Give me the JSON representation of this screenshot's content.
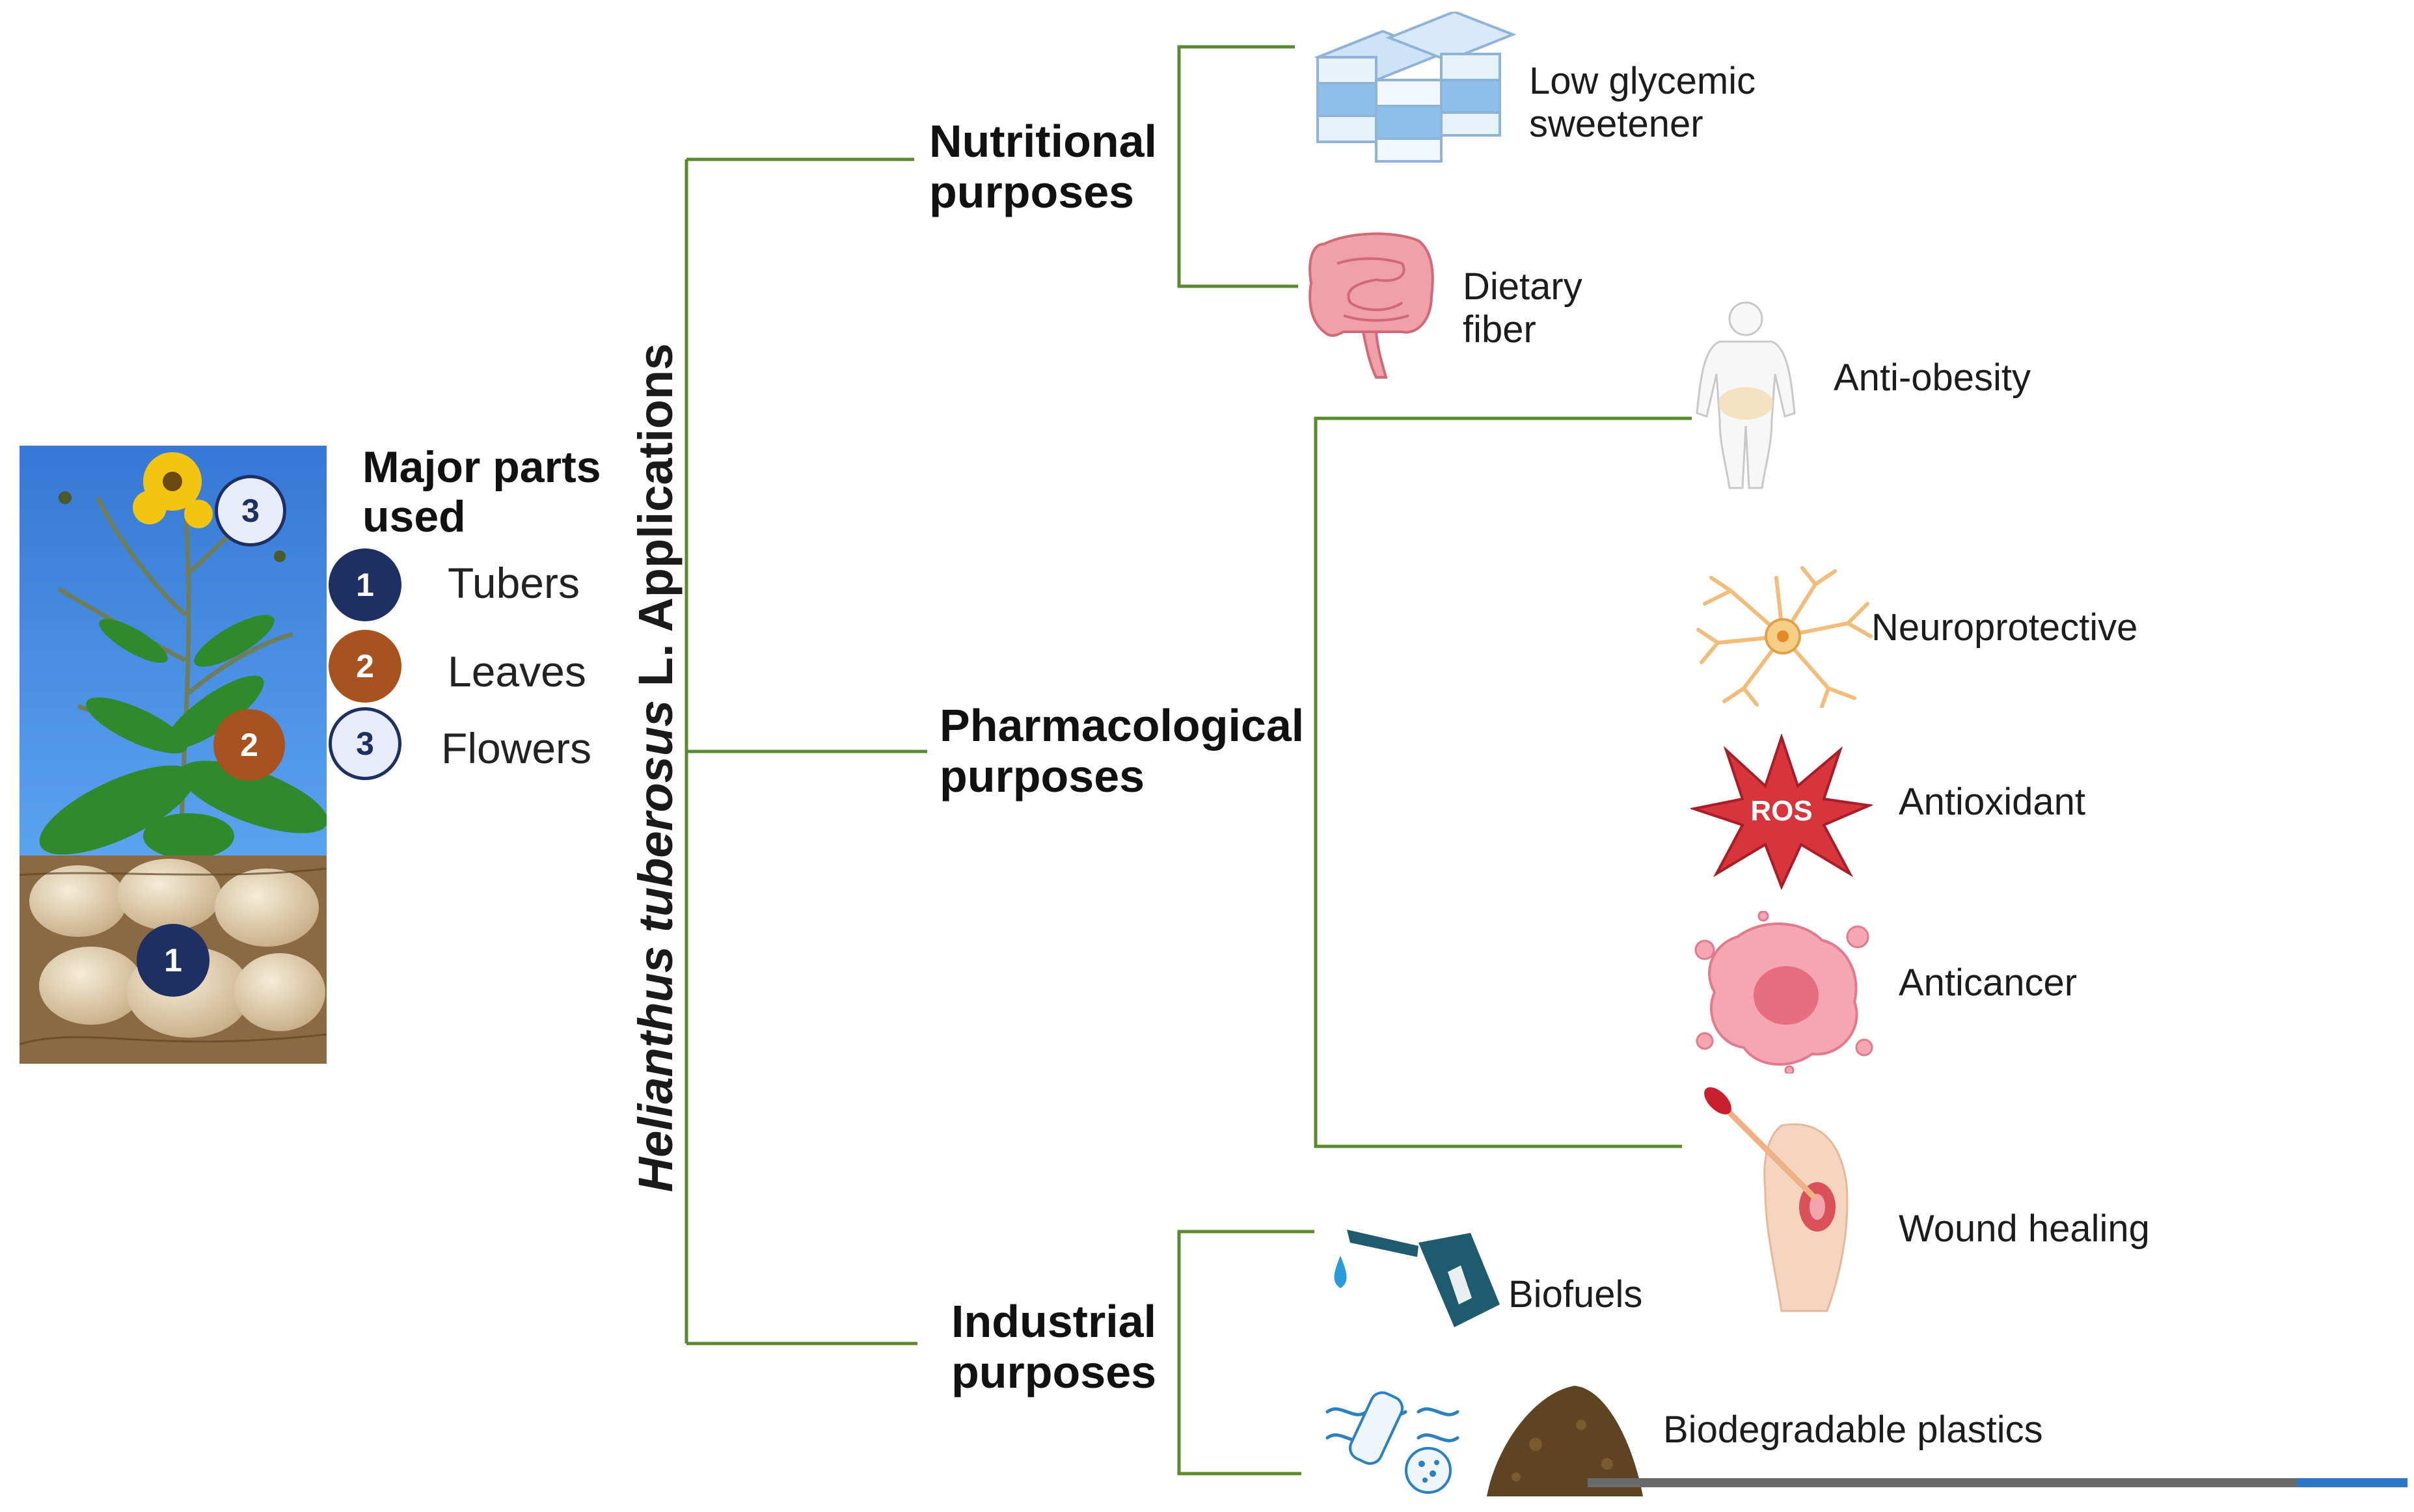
{
  "title": {
    "genus_species": "Helianthus tuberosus",
    "suffix": "L. Applications"
  },
  "parts": {
    "heading": "Major parts used",
    "items": [
      {
        "number": "1",
        "label": "Tubers",
        "color": "#1d2f63"
      },
      {
        "number": "2",
        "label": "Leaves",
        "color": "#a8521f"
      },
      {
        "number": "3",
        "label": "Flowers",
        "color": "#e8ecf8"
      }
    ]
  },
  "categories": {
    "nutritional": {
      "label_line1": "Nutritional",
      "label_line2": "purposes",
      "items": [
        {
          "line1": "Low glycemic",
          "line2": "sweetener",
          "icon": "yogurt-cups-icon"
        },
        {
          "line1": "Dietary",
          "line2": "fiber",
          "icon": "intestine-icon"
        }
      ]
    },
    "pharmacological": {
      "label_line1": "Pharmacological",
      "label_line2": "purposes",
      "items": [
        {
          "label": "Anti-obesity",
          "icon": "body-silhouette-icon"
        },
        {
          "label": "Neuroprotective",
          "icon": "neuron-icon"
        },
        {
          "label": "Antioxidant",
          "icon": "ros-burst-icon",
          "icon_text": "ROS"
        },
        {
          "label": "Anticancer",
          "icon": "cancer-cell-icon"
        },
        {
          "label": "Wound healing",
          "icon": "wound-arm-icon"
        }
      ]
    },
    "industrial": {
      "label_line1": "Industrial",
      "label_line2": "purposes",
      "items": [
        {
          "label": "Biofuels",
          "icon": "fuel-can-icon"
        },
        {
          "label": "Biodegradable plastics",
          "icon": "compost-icon"
        }
      ]
    }
  },
  "colors": {
    "connector": "#5a8a2e",
    "sky": "#3f86df",
    "ros_red": "#d8343c"
  }
}
